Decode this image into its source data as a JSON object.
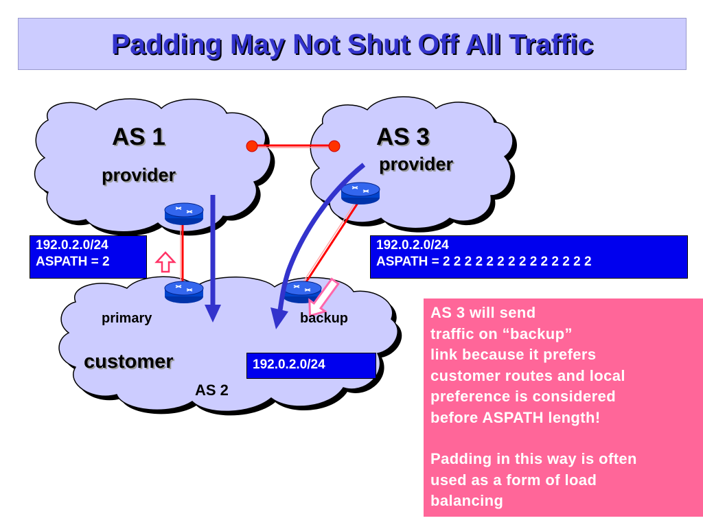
{
  "title": "Padding May Not Shut Off All Traffic",
  "as1": {
    "name": "AS 1",
    "role": "provider"
  },
  "as3": {
    "name": "AS 3",
    "role": "provider"
  },
  "as2": {
    "name": "customer",
    "number": "AS 2",
    "primary_label": "primary",
    "backup_label": "backup"
  },
  "left_box": {
    "line1": "192.0.2.0/24",
    "line2": "ASPATH = 2"
  },
  "right_box": {
    "line1": "192.0.2.0/24",
    "line2": "ASPATH = 2 2 2 2 2 2 2 2 2 2 2 2 2 2"
  },
  "customer_prefix": "192.0.2.0/24",
  "note": {
    "lines_a": [
      "AS 3 will send",
      "traffic on “backup”",
      "link because it prefers",
      "customer routes and local",
      "preference is considered",
      "before ASPATH length!"
    ],
    "lines_b": [
      "Padding in this way is often",
      "used as a form of load",
      "balancing"
    ]
  },
  "colors": {
    "title_bg": "#ccccff",
    "title_text": "#3333cc",
    "cloud": "#ccccff",
    "box_blue": "#0000ee",
    "note_pink": "#ff6699",
    "arrow_blue": "#3333cc",
    "link_red": "#ff0000"
  }
}
